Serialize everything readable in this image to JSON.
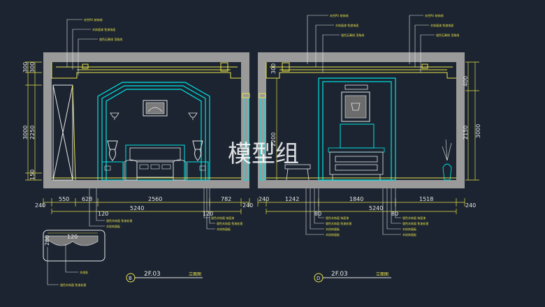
{
  "watermark": "模型组",
  "colors": {
    "background": "#1b2430",
    "wall": "#9a9a9a",
    "cyan": "#00e5e5",
    "yellow": "#e9e24a",
    "white": "#e8e8e8",
    "gray": "#8a8a8a"
  },
  "left_view": {
    "top_notes": [
      "灰色PU 装饰线",
      "木饰面漆 免漆饰面",
      "银色石膏线 顶角线"
    ],
    "height_dims": [
      "300",
      "300",
      "3000",
      "2250",
      "150"
    ],
    "bottom_dims": [
      "240",
      "550",
      "628",
      "2560",
      "782",
      "240"
    ],
    "sub_dims": [
      "120",
      "120"
    ],
    "total_dim": "5240",
    "bottom_notes_left": [
      "银色木饰面 免漆处理",
      "木纹饰面板"
    ],
    "bottom_notes_right": [
      "银色木饰面 饰面漆",
      "银色木饰面 免漆处理",
      "木纹饰面板"
    ],
    "label_letter": "B",
    "label_text": "2F.03",
    "label_note": "立面图"
  },
  "detail": {
    "dim_top": "120",
    "dim_side": "200",
    "notes": [
      "木线条",
      "银色木饰面 免漆处理"
    ]
  },
  "right_view": {
    "top_notes_left": [
      "灰色PU 装饰线",
      "木饰面漆 免漆饰面",
      "银色石膏线 顶角线"
    ],
    "top_notes_right": [
      "灰色PU 装饰线",
      "木饰面漆 免漆饰面",
      "银色石膏线 顶角线"
    ],
    "height_dims_left": [
      "300",
      "2200"
    ],
    "height_dims_right": [
      "400",
      "2150",
      "3000"
    ],
    "bottom_dims": [
      "240",
      "1242",
      "1840",
      "1518",
      "240"
    ],
    "sub_dims": [
      "80",
      "80"
    ],
    "total_dim": "5240",
    "bottom_notes_left": [
      "银色木饰面 饰面漆",
      "银色木饰面 免漆处理",
      "木纹饰面板",
      "木纹饰面板"
    ],
    "bottom_notes_right": [
      "银色木饰面 饰面漆",
      "银色木饰面 免漆处理",
      "木纹饰面板",
      "木纹饰面板"
    ],
    "label_letter": "D",
    "label_text": "2F.03",
    "label_note": "立面图"
  }
}
